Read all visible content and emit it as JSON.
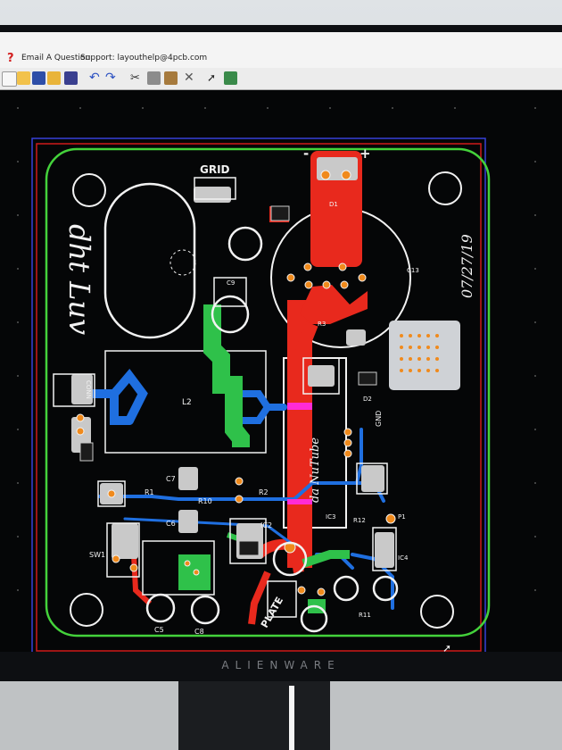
{
  "app": {
    "menu_question_icon": "question-icon",
    "menu_email": "Email A Question",
    "menu_support": "Support: layouthelp@4pcb.com"
  },
  "toolbar": {
    "icons": [
      "new-file-icon",
      "open-folder-icon",
      "save-icon",
      "folder-icon",
      "layers-icon",
      "undo-icon",
      "redo-icon",
      "cut-icon",
      "copy-icon",
      "paste-icon",
      "delete-icon",
      "select-arrow-icon",
      "component-icon"
    ]
  },
  "pcb": {
    "handwritten_title": "dht Luv",
    "date": "07/27/19",
    "tube_label": "da NuTube",
    "grid_label": "GRID",
    "plate_label": "PLATE",
    "gnd_label": "GND",
    "minus_sign": "-",
    "plus_sign": "+",
    "conn_label": "CONN",
    "component_labels": {
      "l2": "L2",
      "c7": "C7",
      "c6": "C6",
      "r1": "R1",
      "r2": "R2",
      "r10": "R10",
      "r12": "R12",
      "sw1": "SW1",
      "ic2": "IC2",
      "ic3": "IC3",
      "ic4": "IC4",
      "c5": "C5",
      "c8": "C8",
      "c13": "C13",
      "d1": "D1",
      "d2": "D2",
      "r11": "R11",
      "r3": "R3",
      "c9": "C9",
      "p1": "P1"
    }
  },
  "colors": {
    "board_outline": "#44d23b",
    "top_copper": "#e8291d",
    "bottom_copper": "#1f6fe0",
    "green_copper": "#2fc14a",
    "silkscreen": "#f2f2f2",
    "pad": "#c9c9c9",
    "via_orange": "#f08a1c",
    "magenta": "#ff2bd6",
    "canvas_bg": "#050607",
    "frame_blue": "#3640d8",
    "frame_red": "#d01a1a"
  },
  "monitor": {
    "brand": "ALIENWARE"
  }
}
